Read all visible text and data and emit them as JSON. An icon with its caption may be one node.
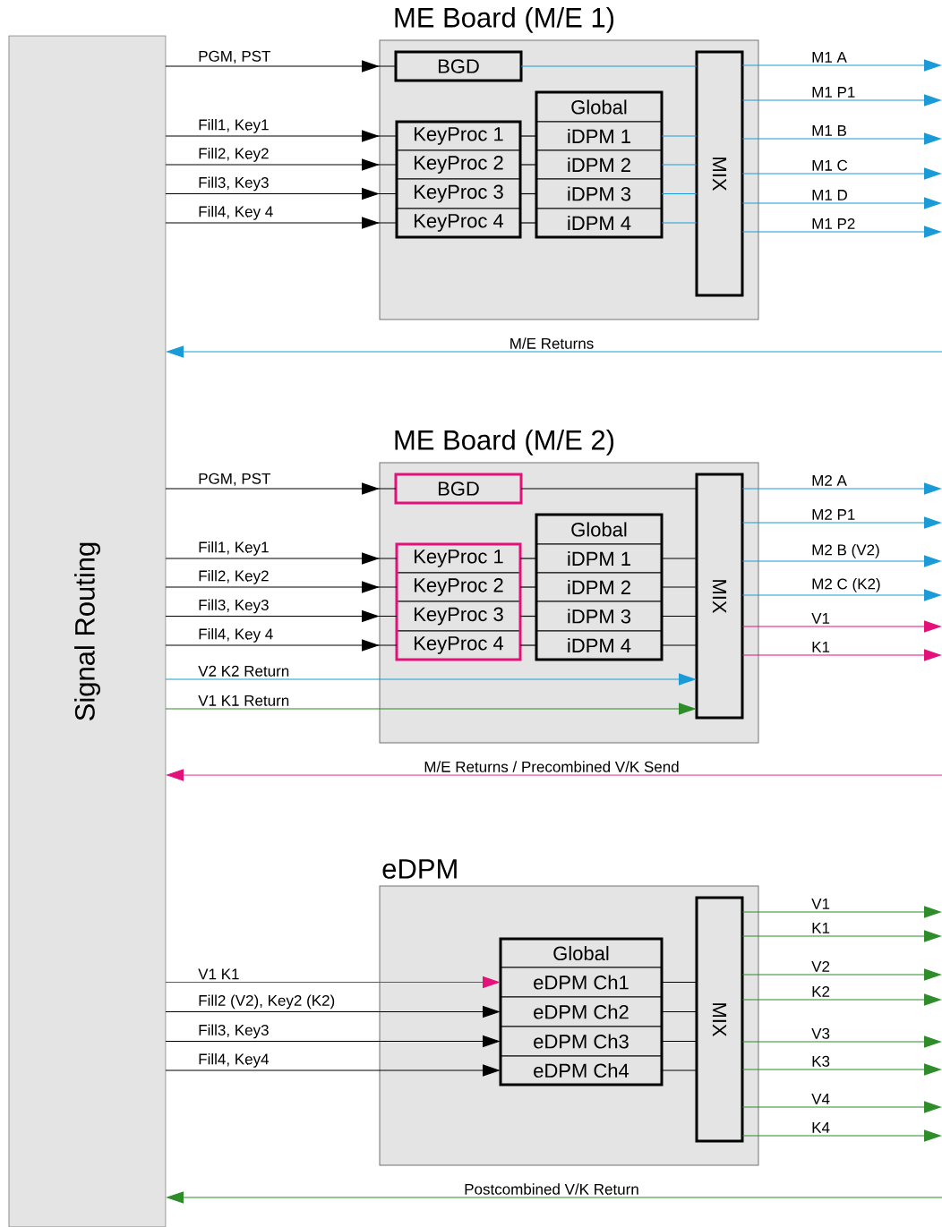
{
  "diagram": {
    "nodes": [
      {
        "text": [
          "Signal Routing"
        ]
      },
      {
        "text": [
          "ME Board (M/E 1)"
        ]
      },
      {
        "text": [
          "BGD"
        ],
        "in": 1
      },
      {
        "text": [
          "KeyProc 1"
        ],
        "in": 1
      },
      {
        "text": [
          "KeyProc 2"
        ],
        "in": 1
      },
      {
        "text": [
          "KeyProc 3"
        ],
        "in": 1
      },
      {
        "text": [
          "KeyProc 4"
        ],
        "in": 1
      },
      {
        "text": [
          "Global"
        ],
        "in": 1
      },
      {
        "text": [
          "iDPM 1"
        ],
        "in": 1
      },
      {
        "text": [
          "iDPM 2"
        ],
        "in": 1
      },
      {
        "text": [
          "iDPM 3"
        ],
        "in": 1
      },
      {
        "text": [
          "iDPM 4"
        ],
        "in": 1
      },
      {
        "text": [
          "MIX"
        ],
        "in": 1
      },
      {
        "text": [
          "ME Board (M/E 2)"
        ]
      },
      {
        "text": [
          "BGD"
        ],
        "in": 13
      },
      {
        "text": [
          "KeyProc 1"
        ],
        "in": 13
      },
      {
        "text": [
          "KeyProc 2"
        ],
        "in": 13
      },
      {
        "text": [
          "KeyProc 3"
        ],
        "in": 13
      },
      {
        "text": [
          "KeyProc 4"
        ],
        "in": 13
      },
      {
        "text": [
          "Global"
        ],
        "in": 13
      },
      {
        "text": [
          "iDPM 1"
        ],
        "in": 13
      },
      {
        "text": [
          "iDPM 2"
        ],
        "in": 13
      },
      {
        "text": [
          "iDPM 3"
        ],
        "in": 13
      },
      {
        "text": [
          "iDPM 4"
        ],
        "in": 13
      },
      {
        "text": [
          "MIX"
        ],
        "in": 13
      },
      {
        "text": [
          "eDPM"
        ]
      },
      {
        "text": [
          "Global"
        ],
        "in": 25
      },
      {
        "text": [
          "eDPM Ch1"
        ],
        "in": 25
      },
      {
        "text": [
          "eDPM Ch2"
        ],
        "in": 25
      },
      {
        "text": [
          "eDPM Ch3"
        ],
        "in": 25
      },
      {
        "text": [
          "eDPM Ch4"
        ],
        "in": 25
      },
      {
        "text": [
          "MIX"
        ],
        "in": 25
      }
    ],
    "edges": [
      {
        "from": 0,
        "to": 2,
        "arrow": "to",
        "label": "PGM, PST"
      },
      {
        "from": 0,
        "to": 3,
        "arrow": "to",
        "label": "Fill1, Key1"
      },
      {
        "from": 0,
        "to": 4,
        "arrow": "to",
        "label": "Fill2, Key2"
      },
      {
        "from": 0,
        "to": 5,
        "arrow": "to",
        "label": "Fill3, Key3"
      },
      {
        "from": 0,
        "to": 6,
        "arrow": "to",
        "label": "Fill4, Key 4"
      },
      {
        "from": 2,
        "to": 12,
        "arrow": "none",
        "color": "#1a9bd7"
      },
      {
        "from": 3,
        "to": 8,
        "arrow": "none"
      },
      {
        "from": 4,
        "to": 9,
        "arrow": "none"
      },
      {
        "from": 5,
        "to": 10,
        "arrow": "none"
      },
      {
        "from": 6,
        "to": 11,
        "arrow": "none"
      },
      {
        "from": 8,
        "to": 12,
        "arrow": "none",
        "color": "#1a9bd7"
      },
      {
        "from": 9,
        "to": 12,
        "arrow": "none",
        "color": "#1a9bd7"
      },
      {
        "from": 10,
        "to": 12,
        "arrow": "none",
        "color": "#1a9bd7"
      },
      {
        "from": 11,
        "to": 12,
        "arrow": "none",
        "color": "#1a9bd7"
      },
      {
        "from": 12,
        "to": null,
        "arrow": "to",
        "label": "M1 A",
        "color": "#1a9bd7"
      },
      {
        "from": 12,
        "to": null,
        "arrow": "to",
        "label": "M1 P1",
        "color": "#1a9bd7"
      },
      {
        "from": 12,
        "to": null,
        "arrow": "to",
        "label": "M1 B",
        "color": "#1a9bd7"
      },
      {
        "from": 12,
        "to": null,
        "arrow": "to",
        "label": "M1 C",
        "color": "#1a9bd7"
      },
      {
        "from": 12,
        "to": null,
        "arrow": "to",
        "label": "M1 D",
        "color": "#1a9bd7"
      },
      {
        "from": 12,
        "to": null,
        "arrow": "to",
        "label": "M1 P2",
        "color": "#1a9bd7"
      },
      {
        "from": null,
        "to": 0,
        "arrow": "to",
        "label": "M/E Returns",
        "color": "#1a9bd7"
      },
      {
        "from": 0,
        "to": 14,
        "arrow": "to",
        "label": "PGM, PST"
      },
      {
        "from": 0,
        "to": 15,
        "arrow": "to",
        "label": "Fill1, Key1"
      },
      {
        "from": 0,
        "to": 16,
        "arrow": "to",
        "label": "Fill2, Key2"
      },
      {
        "from": 0,
        "to": 17,
        "arrow": "to",
        "label": "Fill3, Key3"
      },
      {
        "from": 0,
        "to": 18,
        "arrow": "to",
        "label": "Fill4, Key 4"
      },
      {
        "from": 0,
        "to": 24,
        "arrow": "to",
        "label": "V2 K2 Return",
        "color": "#1a9bd7"
      },
      {
        "from": 0,
        "to": 24,
        "arrow": "to",
        "label": "V1 K1 Return",
        "color": "#2e8c2a"
      },
      {
        "from": 14,
        "to": 24,
        "arrow": "none"
      },
      {
        "from": 15,
        "to": 20,
        "arrow": "none"
      },
      {
        "from": 16,
        "to": 21,
        "arrow": "none"
      },
      {
        "from": 17,
        "to": 22,
        "arrow": "none"
      },
      {
        "from": 18,
        "to": 23,
        "arrow": "none"
      },
      {
        "from": 20,
        "to": 24,
        "arrow": "none"
      },
      {
        "from": 21,
        "to": 24,
        "arrow": "none"
      },
      {
        "from": 22,
        "to": 24,
        "arrow": "none"
      },
      {
        "from": 23,
        "to": 24,
        "arrow": "none"
      },
      {
        "from": 24,
        "to": null,
        "arrow": "to",
        "label": "M2 A",
        "color": "#1a9bd7"
      },
      {
        "from": 24,
        "to": null,
        "arrow": "to",
        "label": "M2 P1",
        "color": "#1a9bd7"
      },
      {
        "from": 24,
        "to": null,
        "arrow": "to",
        "label": "M2 B (V2)",
        "color": "#1a9bd7"
      },
      {
        "from": 24,
        "to": null,
        "arrow": "to",
        "label": "M2 C (K2)",
        "color": "#1a9bd7"
      },
      {
        "from": 24,
        "to": null,
        "arrow": "to",
        "label": "V1",
        "color": "#e2127a"
      },
      {
        "from": 24,
        "to": null,
        "arrow": "to",
        "label": "K1",
        "color": "#e2127a"
      },
      {
        "from": null,
        "to": 0,
        "arrow": "to",
        "label": "M/E Returns / Precombined V/K Send",
        "color": "#e2127a"
      },
      {
        "from": 0,
        "to": 27,
        "arrow": "to",
        "label": "V1 K1",
        "color": "#e2127a"
      },
      {
        "from": 0,
        "to": 28,
        "arrow": "to",
        "label": "Fill2 (V2), Key2 (K2)"
      },
      {
        "from": 0,
        "to": 29,
        "arrow": "to",
        "label": "Fill3, Key3"
      },
      {
        "from": 0,
        "to": 30,
        "arrow": "to",
        "label": "Fill4, Key4"
      },
      {
        "from": 27,
        "to": 31,
        "arrow": "none"
      },
      {
        "from": 28,
        "to": 31,
        "arrow": "none"
      },
      {
        "from": 29,
        "to": 31,
        "arrow": "none"
      },
      {
        "from": 30,
        "to": 31,
        "arrow": "none"
      },
      {
        "from": 31,
        "to": null,
        "arrow": "to",
        "label": "V1",
        "color": "#2e8c2a"
      },
      {
        "from": 31,
        "to": null,
        "arrow": "to",
        "label": "K1",
        "color": "#2e8c2a"
      },
      {
        "from": 31,
        "to": null,
        "arrow": "to",
        "label": "V2",
        "color": "#2e8c2a"
      },
      {
        "from": 31,
        "to": null,
        "arrow": "to",
        "label": "K2",
        "color": "#2e8c2a"
      },
      {
        "from": 31,
        "to": null,
        "arrow": "to",
        "label": "V3",
        "color": "#2e8c2a"
      },
      {
        "from": 31,
        "to": null,
        "arrow": "to",
        "label": "K3",
        "color": "#2e8c2a"
      },
      {
        "from": 31,
        "to": null,
        "arrow": "to",
        "label": "V4",
        "color": "#2e8c2a"
      },
      {
        "from": 31,
        "to": null,
        "arrow": "to",
        "label": "K4",
        "color": "#2e8c2a"
      },
      {
        "from": null,
        "to": 0,
        "arrow": "to",
        "label": "Postcombined V/K Return",
        "color": "#2e8c2a"
      }
    ]
  }
}
